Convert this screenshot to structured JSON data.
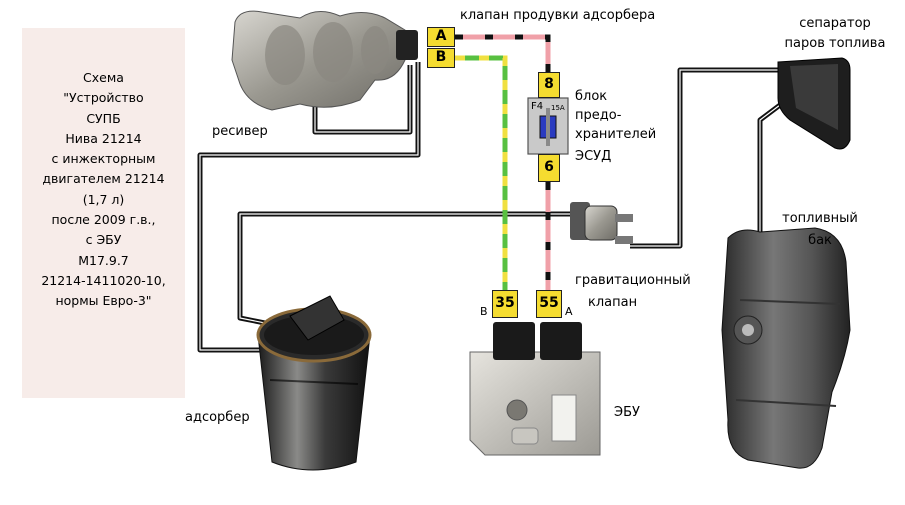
{
  "info": {
    "lines": [
      "Схема",
      "\"Устройство",
      "СУПБ",
      "Нива 21214",
      "с инжекторным",
      "двигателем 21214",
      "(1,7 л)",
      "после 2009 г.в.,",
      "с ЭБУ",
      "М17.9.7",
      "21214-1411020-10,",
      "нормы Евро-3\""
    ]
  },
  "labels": {
    "valve": "клапан продувки адсорбера",
    "receiver": "ресивер",
    "fuse_block": [
      "блок",
      "предо-",
      "хранителей",
      "ЭСУД"
    ],
    "separator": [
      "сепаратор",
      "паров топлива"
    ],
    "tank": [
      "топливный",
      "бак"
    ],
    "gravity_valve": [
      "гравитационный",
      "клапан"
    ],
    "adsorber": "адсорбер",
    "ecu": "ЭБУ"
  },
  "pins": {
    "valve_a": "A",
    "valve_b": "B",
    "fuse_in": "8",
    "fuse_out": "6",
    "ecu_35": "35",
    "ecu_55": "55"
  },
  "fuse": {
    "name": "F4",
    "rating": "15A"
  },
  "ecu_connectors": {
    "left": "B",
    "right": "A"
  },
  "colors": {
    "pink_black_wire": "#f0a0a8",
    "green_yellow_wire": "#58c040",
    "yellow": "#f0e040",
    "pin_fill": "#f5dc30",
    "hose": "#111111"
  }
}
